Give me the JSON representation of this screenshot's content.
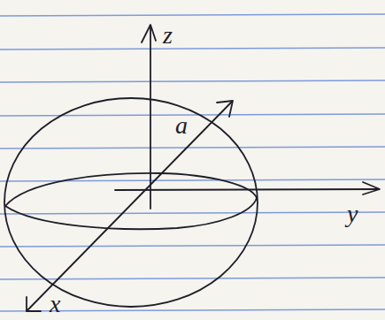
{
  "diagram": {
    "labels": [
      "z",
      "y",
      "x",
      "a"
    ]
  }
}
